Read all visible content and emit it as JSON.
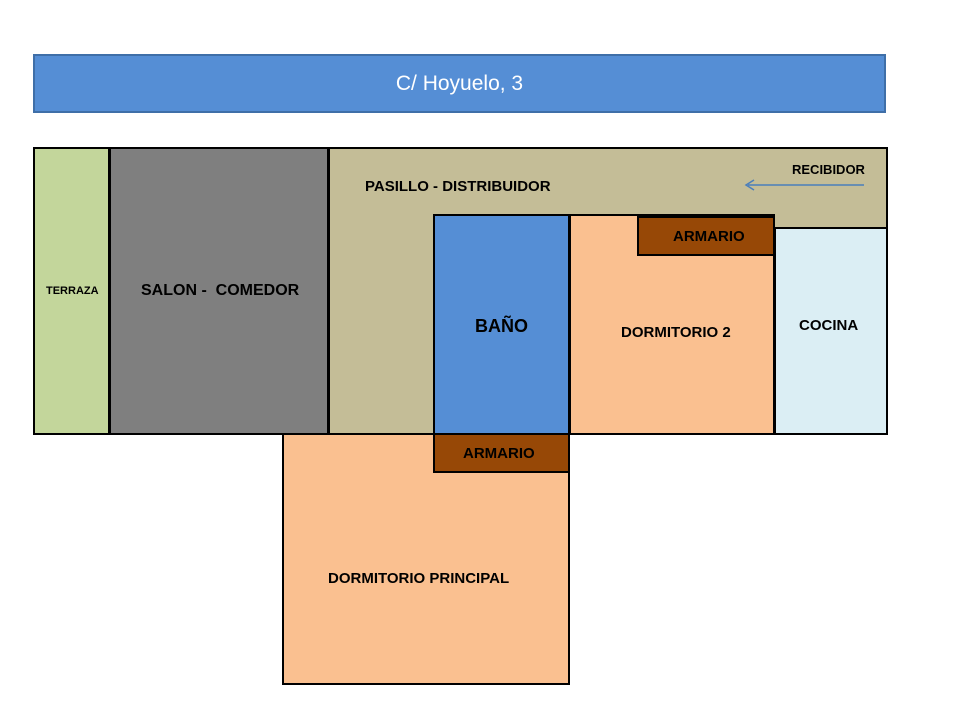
{
  "title": "C/ Hoyuelo, 3",
  "rooms": {
    "terraza": "TERRAZA",
    "salon": "SALON -  COMEDOR",
    "pasillo": "PASILLO - DISTRIBUIDOR",
    "recibidor": "RECIBIDOR",
    "bano": "BAÑO",
    "dormitorio2": "DORMITORIO 2",
    "armario_dorm2": "ARMARIO",
    "cocina": "COCINA",
    "armario_principal": "ARMARIO",
    "dormitorio_principal": "DORMITORIO PRINCIPAL"
  },
  "colors": {
    "banner": "#558ed5",
    "terraza": "#c3d69b",
    "salon": "#7f7f7f",
    "pasillo": "#c4bd97",
    "bano": "#558ed5",
    "dormitorio": "#fac090",
    "armario": "#974806",
    "cocina": "#dbeef4",
    "arrow": "#4a7ebb"
  }
}
